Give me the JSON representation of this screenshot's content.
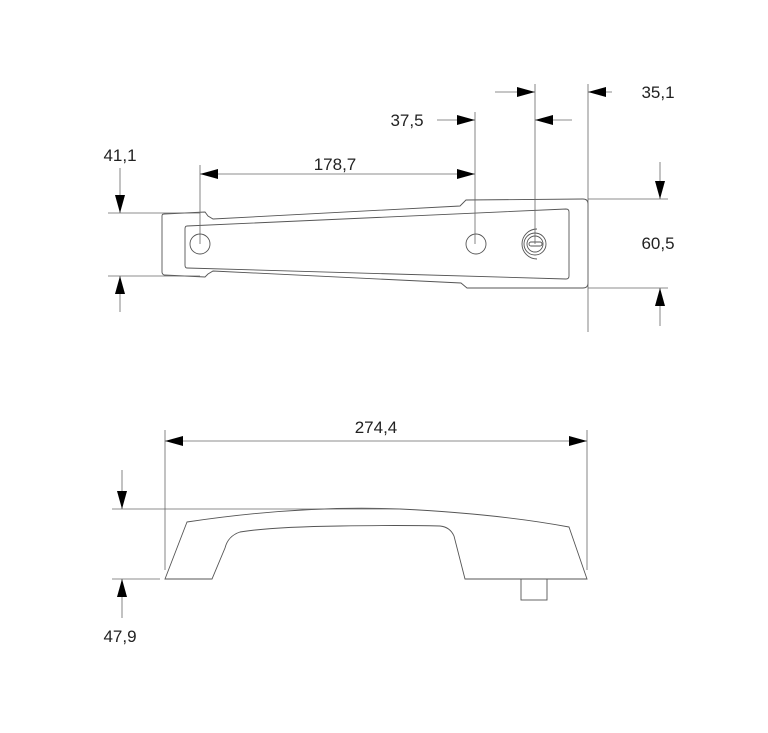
{
  "title": "Handle dimension drawing",
  "top_view": {
    "hole_spacing": "178,7",
    "hole_to_lock": "37,5",
    "lock_to_end": "35,1",
    "end_height": "41,1",
    "body_height": "60,5"
  },
  "side_view": {
    "overall_length": "274,4",
    "overall_height": "47,9"
  }
}
